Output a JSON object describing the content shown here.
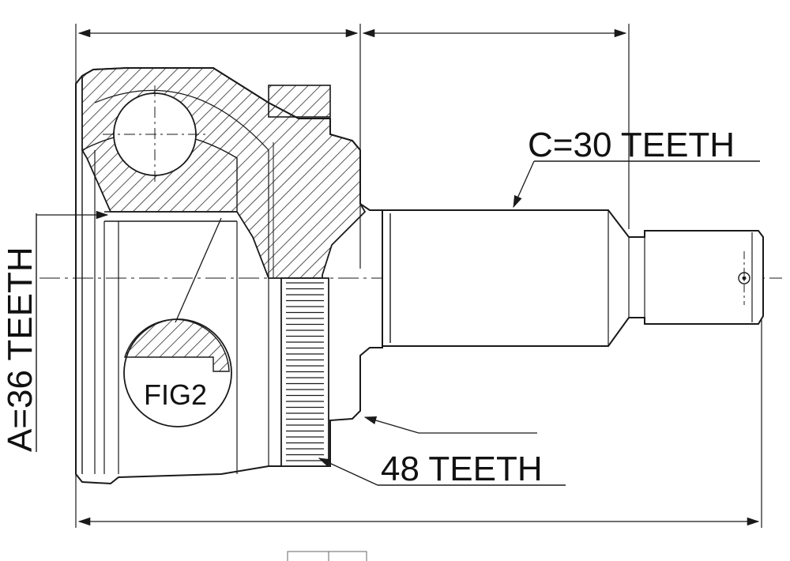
{
  "labels": {
    "c_teeth": "C=30 TEETH",
    "a_teeth": "A=36 TEETH",
    "abs_teeth": "48 TEETH",
    "fig": "FIG2"
  },
  "colors": {
    "line": "#1a1a1a",
    "background": "#ffffff",
    "hatch": "#2a2a2a"
  }
}
